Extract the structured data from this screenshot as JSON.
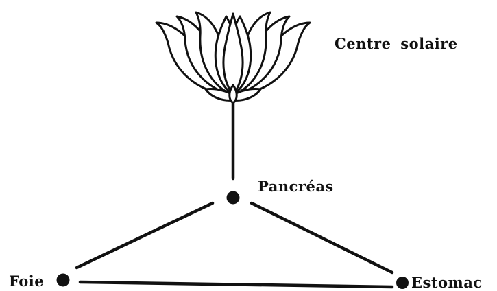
{
  "diagram": {
    "lotus": {
      "label": "Centre solaire",
      "icon": "lotus-icon"
    },
    "nodes": [
      {
        "id": "pancreas",
        "label": "Pancréas"
      },
      {
        "id": "foie",
        "label": "Foie"
      },
      {
        "id": "estomac",
        "label": "Estomac"
      }
    ],
    "edges": [
      {
        "from": "lotus",
        "to": "pancreas"
      },
      {
        "from": "pancreas",
        "to": "foie"
      },
      {
        "from": "pancreas",
        "to": "estomac"
      },
      {
        "from": "foie",
        "to": "estomac"
      }
    ],
    "colors": {
      "ink": "#111111",
      "background": "#ffffff"
    }
  }
}
